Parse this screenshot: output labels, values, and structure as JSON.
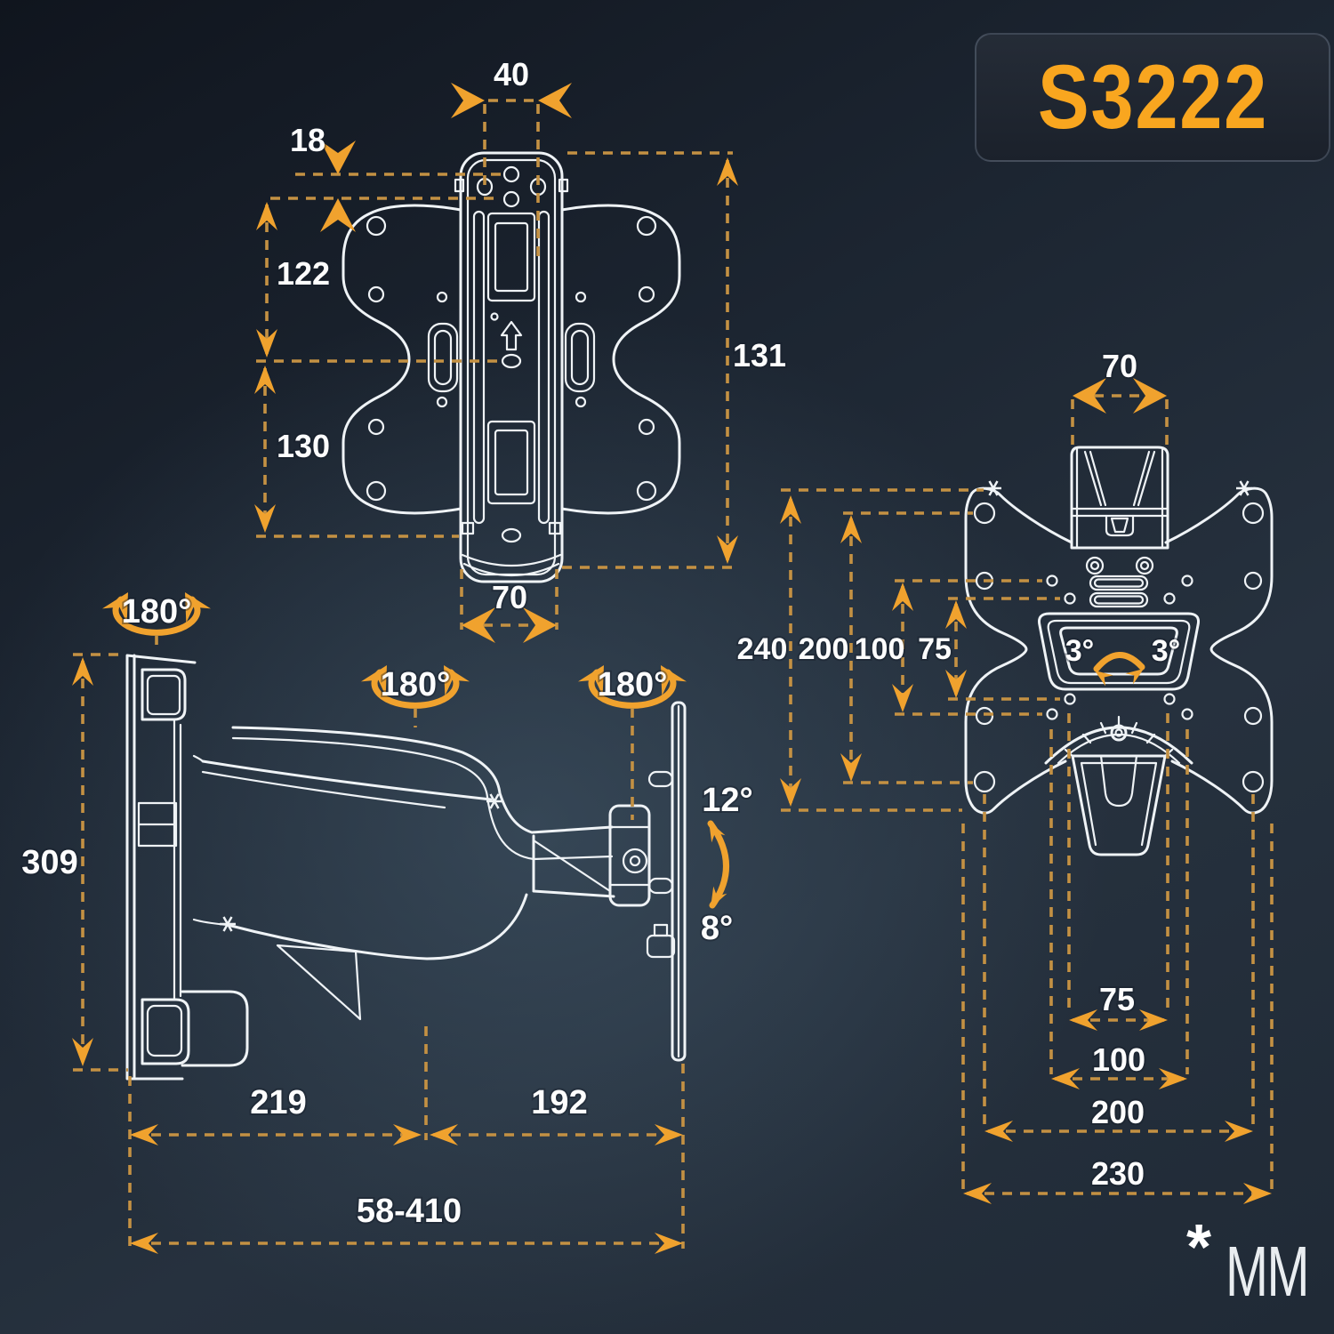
{
  "badge": {
    "model": "S3222"
  },
  "units_note": {
    "asterisk": "*",
    "text": "MM"
  },
  "front_view": {
    "dims": {
      "top_hole_spacing": "40",
      "hole_row_gap": "18",
      "upper_section": "122",
      "lower_section": "130",
      "bracket_height": "131",
      "bracket_width": "70"
    }
  },
  "rear_view": {
    "dims": {
      "top_bracket_width": "70",
      "height_outer": "240",
      "height_vesa200": "200",
      "height_vesa100": "100",
      "height_vesa75": "75",
      "swivel_left": "3°",
      "swivel_right": "3°",
      "width_vesa75": "75",
      "width_vesa100": "100",
      "width_vesa200": "200",
      "width_outer": "230"
    }
  },
  "side_view": {
    "dims": {
      "swivel_wall": "180°",
      "swivel_elbow": "180°",
      "swivel_plate": "180°",
      "plate_height": "309",
      "arm_section_1": "219",
      "arm_section_2": "192",
      "extension_range": "58-410",
      "tilt_up": "12°",
      "tilt_down": "8°"
    }
  },
  "colors": {
    "accent_arrow": "#F0A22E",
    "accent_dash": "#C49143",
    "line_art": "#EFF3F6",
    "background": "#1F2A36",
    "badge_text": "#F9A61F"
  }
}
